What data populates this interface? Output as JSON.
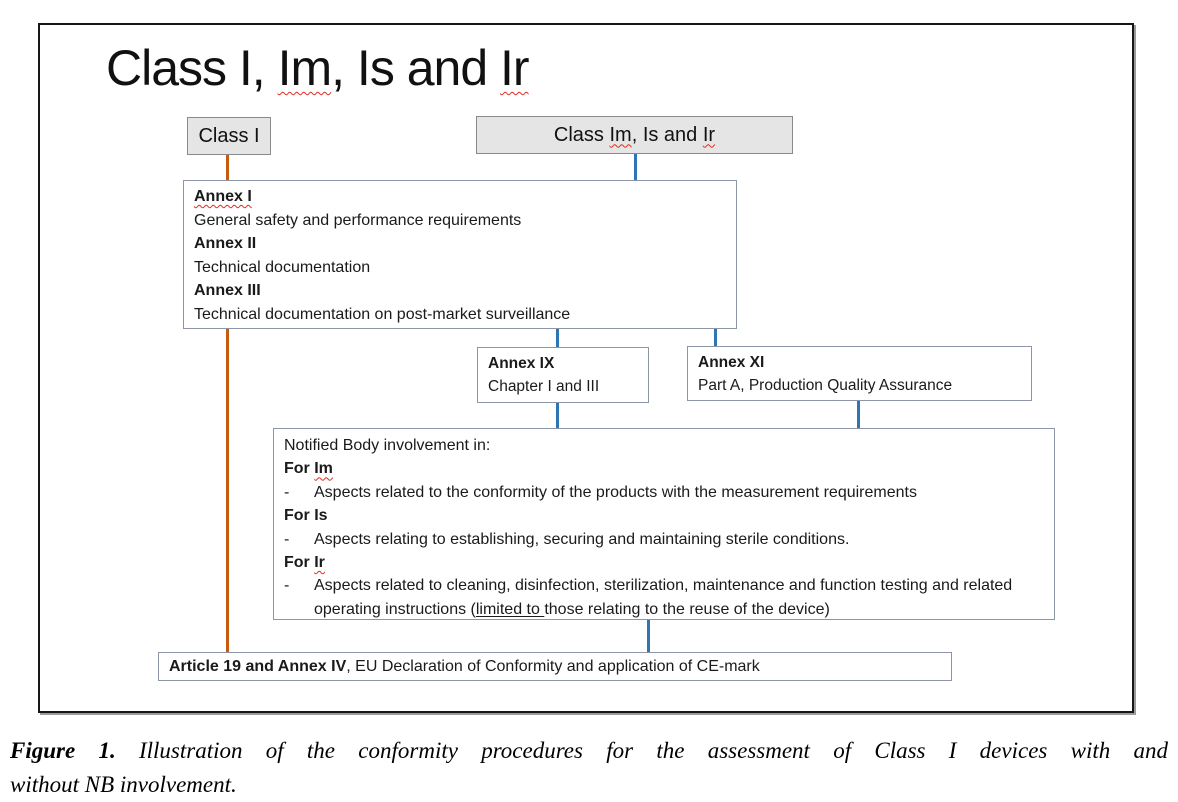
{
  "figure": {
    "title": {
      "seg1": "Class I, ",
      "seg2": "Im",
      "seg3": ", Is and ",
      "seg4": "Ir"
    },
    "class1_box": {
      "label": "Class I"
    },
    "classim_box": {
      "seg1": "Class ",
      "seg2": "Im",
      "seg3": ", Is and ",
      "seg4": "Ir"
    },
    "annex_box": {
      "line1": "Annex I",
      "line2": "General safety and performance requirements",
      "line3": "Annex II",
      "line4": "Technical documentation",
      "line5": "Annex III",
      "line6": "Technical documentation on post-market surveillance"
    },
    "annex9_box": {
      "title": "Annex IX",
      "subtitle": "Chapter I and III"
    },
    "annex11_box": {
      "title": "Annex XI",
      "subtitle": "Part A, Production Quality Assurance"
    },
    "nb_box": {
      "intro": "Notified Body involvement in:",
      "bullet_char": "-",
      "for_im_label": "For ",
      "for_im_term": "Im",
      "im_bullet": "Aspects related to the conformity of the products with the measurement requirements",
      "for_is_label": "For ",
      "for_is_term": "Is",
      "is_bullet": "Aspects relating to establishing, securing and maintaining sterile conditions.",
      "for_ir_label": "For ",
      "for_ir_term": "Ir",
      "ir_bullet_part1": "Aspects related to cleaning, disinfection, sterilization, maintenance and function testing and related operating instructions (",
      "ir_bullet_underlined": "limited to ",
      "ir_bullet_part2": "those relating to the reuse of the device)"
    },
    "article19_box": {
      "bold": "Article 19 and Annex IV",
      "rest": ", EU Declaration of Conformity and application of CE-mark"
    }
  },
  "caption": {
    "label": "Figure 1.",
    "line1": "Illustration of the conformity procedures for the assessment of Class I devices with and",
    "line2": "without NB involvement."
  },
  "colors": {
    "connector_blue": "#2E75B6",
    "connector_orange": "#C55A11",
    "spellcheck_red": "#E02B20",
    "gray_node_fill": "#E6E5E5",
    "node_border": "#8C96A8",
    "frame_border": "#161616"
  }
}
